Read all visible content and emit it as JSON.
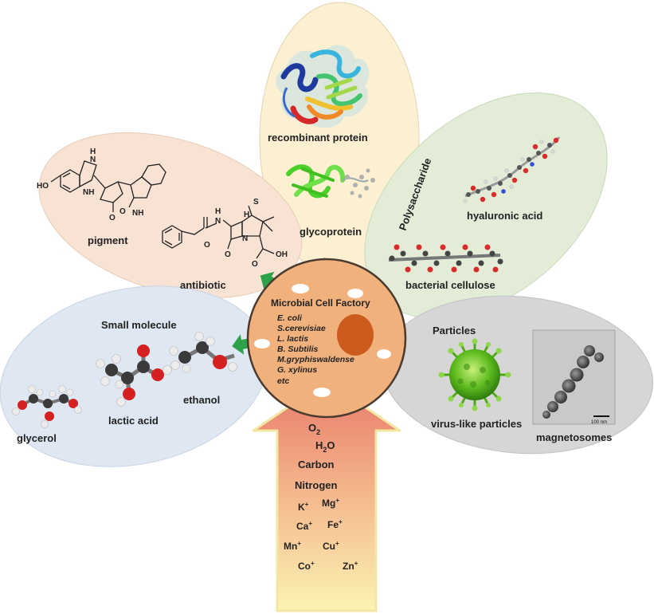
{
  "petals": {
    "small_molecule": {
      "title": "Small molecule",
      "items": {
        "glycerol": "glycerol",
        "lactic_acid": "lactic acid",
        "ethanol": "ethanol"
      }
    },
    "pigment_antibiotic": {
      "items": {
        "pigment": "pigment",
        "antibiotic": "antibiotic"
      },
      "structure_labels": {
        "nh": "NH",
        "h": "H",
        "n": "N",
        "s": "S",
        "o": "O",
        "ho": "HO",
        "oh": "OH"
      }
    },
    "protein": {
      "items": {
        "recombinant": "recombinant protein",
        "glycoprotein": "glycoprotein"
      }
    },
    "polysaccharide": {
      "title": "Polysaccharide",
      "items": {
        "hyaluronic": "hyaluronic acid",
        "cellulose": "bacterial cellulose"
      }
    },
    "particles": {
      "title": "Particles",
      "items": {
        "vlp": "virus-like particles",
        "magnetosomes": "magnetosomes"
      },
      "scale_bar": "100 nm"
    }
  },
  "cell": {
    "title": "Microbial Cell Factory",
    "species": [
      "E. coli",
      "S.cerevisiae",
      "L. lactis",
      "B. Subtilis",
      "M.gryphiswaldense",
      "G. xylinus",
      "etc"
    ]
  },
  "inputs": {
    "o2": {
      "base": "O",
      "sub": "2"
    },
    "h2o": {
      "a": "H",
      "sub": "2",
      "b": "O"
    },
    "carbon": "Carbon",
    "nitrogen": "Nitrogen",
    "ions": [
      {
        "base": "K",
        "sup": "+"
      },
      {
        "base": "Mg",
        "sup": "+"
      },
      {
        "base": "Ca",
        "sup": "+"
      },
      {
        "base": "Fe",
        "sup": "+"
      },
      {
        "base": "Mn",
        "sup": "+"
      },
      {
        "base": "Cu",
        "sup": "+"
      },
      {
        "base": "Co",
        "sup": "+"
      },
      {
        "base": "Zn",
        "sup": "+"
      }
    ]
  },
  "colors": {
    "small_molecule_petal": "#dfe7f3",
    "pigment_petal": "#f7e2d3",
    "protein_petal": "#fcf0d2",
    "polysaccharide_petal": "#e3ecd7",
    "particles_petal": "#d6d6d6",
    "cell_fill": "#f1b17d",
    "cell_stroke": "#4a3a30",
    "nucleus": "#cc5c1d",
    "arrow_green": "#2ea24a",
    "input_arrow_top": "#e7796a",
    "input_arrow_bottom": "#fbf1b0"
  }
}
